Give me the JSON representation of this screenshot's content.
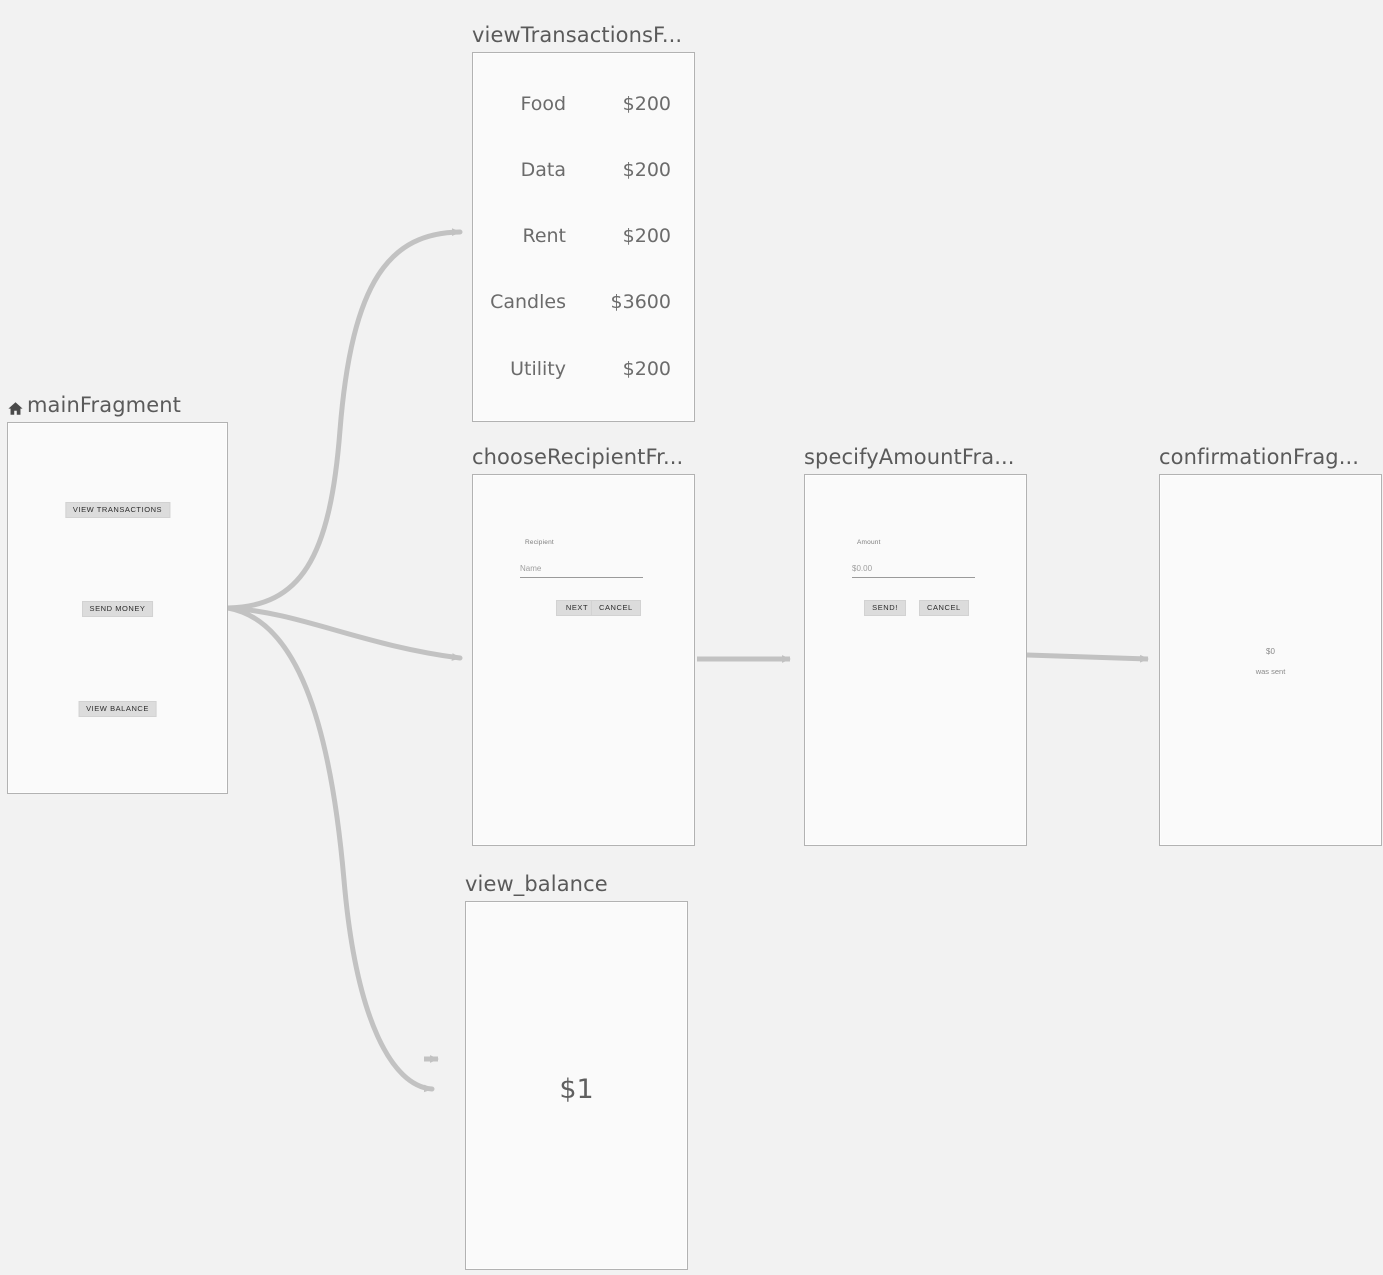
{
  "canvas": {
    "background": "#f2f2f2",
    "node_border": "#b2b2b2",
    "node_fill": "#fafafa",
    "connector_color": "#c2c2c2",
    "title_color": "#5a5a5a"
  },
  "destinations": [
    {
      "id": "viewTransactionsFragment",
      "title": "viewTransactionsF...",
      "is_start": false,
      "transactions": [
        {
          "label": "Food",
          "amount": "$200"
        },
        {
          "label": "Data",
          "amount": "$200"
        },
        {
          "label": "Rent",
          "amount": "$200"
        },
        {
          "label": "Candles",
          "amount": "$3600"
        },
        {
          "label": "Utility",
          "amount": "$200"
        }
      ]
    },
    {
      "id": "mainFragment",
      "title": "mainFragment",
      "is_start": true,
      "start_icon": "home-icon",
      "buttons": [
        {
          "label": "VIEW TRANSACTIONS"
        },
        {
          "label": "SEND MONEY"
        },
        {
          "label": "VIEW BALANCE"
        }
      ]
    },
    {
      "id": "chooseRecipientFragment",
      "title": "chooseRecipientFr...",
      "is_start": false,
      "form": {
        "field_label": "Recipient",
        "field_placeholder": "Name",
        "primary_button": "NEXT",
        "secondary_button": "CANCEL"
      }
    },
    {
      "id": "specifyAmountFragment",
      "title": "specifyAmountFra...",
      "is_start": false,
      "form": {
        "field_label": "Amount",
        "field_placeholder": "$0.00",
        "primary_button": "SEND!",
        "secondary_button": "CANCEL"
      }
    },
    {
      "id": "confirmationFragment",
      "title": "confirmationFrag...",
      "is_start": false,
      "confirmation": {
        "amount": "$0",
        "message": "was sent"
      }
    },
    {
      "id": "view_balance",
      "title": "view_balance",
      "is_start": false,
      "balance": "$1"
    }
  ]
}
